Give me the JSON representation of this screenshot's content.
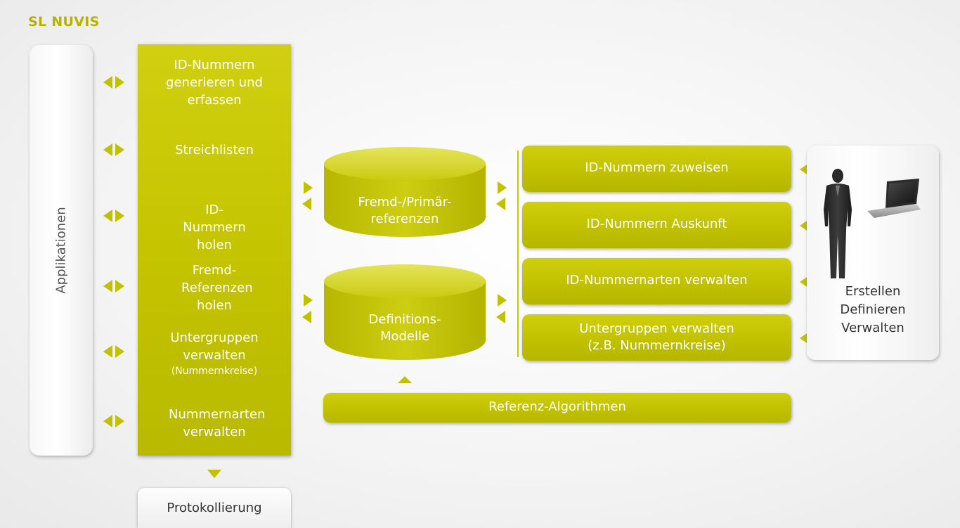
{
  "title": "SL NUVIS",
  "applications_label": "Applikationen",
  "left_column": {
    "id_generate": "ID-Nummern generieren und erfassen",
    "streichlisten": "Streichlisten",
    "id_holen": "ID-Nummern holen",
    "fremd_ref_holen": "Fremd-Referenzen holen",
    "untergruppen": "Untergruppen verwalten",
    "untergruppen_sub": "(Nummernkreise)",
    "nummernarten": "Nummernarten verwalten"
  },
  "protokollierung": "Protokollierung",
  "databases": {
    "fremd": "Fremd-/Primär-referenzen",
    "definitions": "Definitions-Modelle"
  },
  "referenz_algorithmen": "Referenz-Algorithmen",
  "functions": {
    "zuweisen": "ID-Nummern zuweisen",
    "auskunft": "ID-Nummern Auskunft",
    "arten": "ID-Nummernarten verwalten",
    "untergruppen_line1": "Untergruppen verwalten",
    "untergruppen_line2": "(z.B. Nummernkreise)"
  },
  "actor": {
    "line1": "Erstellen",
    "line2": "Definieren",
    "line3": "Verwalten"
  },
  "colors": {
    "accent": "#c1c100",
    "title": "#b3b300"
  }
}
